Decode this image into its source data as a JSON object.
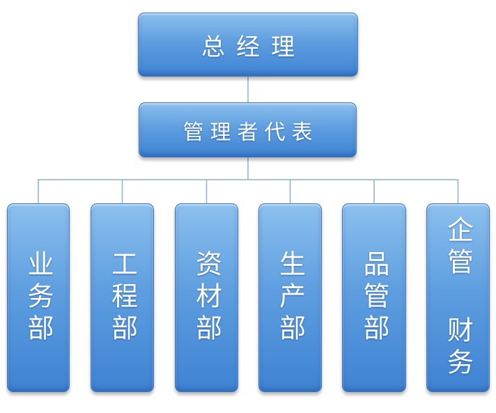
{
  "diagram": {
    "top": {
      "label": "总经理"
    },
    "second": {
      "label": "管理者代表"
    },
    "departments": [
      {
        "label": "业务部"
      },
      {
        "label": "工程部"
      },
      {
        "label": "资材部"
      },
      {
        "label": "生产部"
      },
      {
        "label": "品管部"
      },
      {
        "label": "企管 财务"
      }
    ]
  },
  "colors": {
    "box_top": "#8cc0ee",
    "box_mid": "#5f9fe0",
    "box_bottom": "#3e83d3",
    "box_border": "#3a75be",
    "connector": "#8ab0d4",
    "text": "#ffffff"
  }
}
